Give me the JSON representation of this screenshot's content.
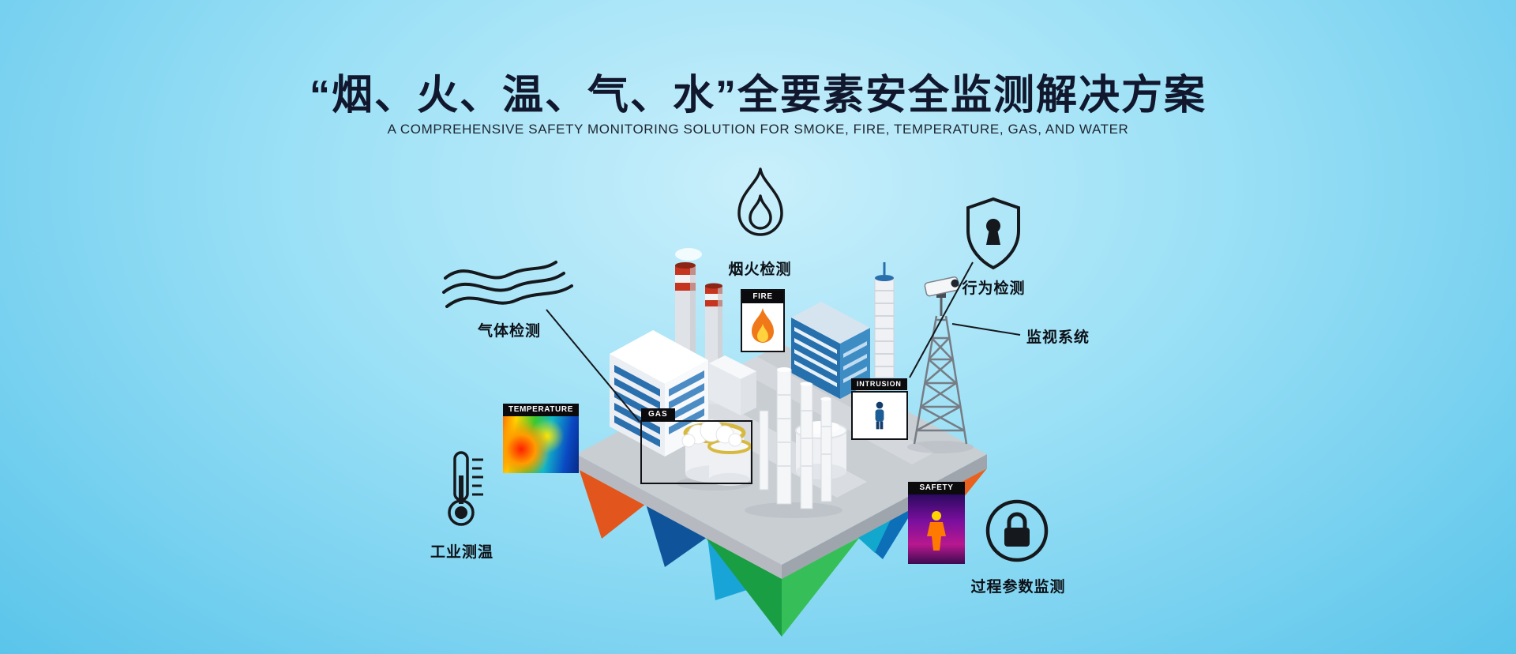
{
  "banner": {
    "title_zh": "“烟、火、温、气、水”全要素安全监测解决方案",
    "title_en": "A COMPREHENSIVE SAFETY MONITORING SOLUTION FOR SMOKE, FIRE, TEMPERATURE, GAS, AND WATER"
  },
  "callouts": {
    "gas_detection": {
      "label": "气体检测",
      "icon": "gas-waves-icon"
    },
    "smoke_fire_detection": {
      "label": "烟火检测",
      "icon": "flame-outline-icon"
    },
    "behavior_detection": {
      "label": "行为检测",
      "icon": "shield-keyhole-icon"
    },
    "surveillance_system": {
      "label": "监视系统",
      "icon": "cctv-camera"
    },
    "industrial_thermometry": {
      "label": "工业测温",
      "icon": "thermometer-icon"
    },
    "process_parameter_monitoring": {
      "label": "过程参数监测",
      "icon": "padlock-circle-icon"
    }
  },
  "scene_tags": {
    "temperature": "TEMPERATURE",
    "fire": "FIRE",
    "gas": "GAS",
    "intrusion": "INTRUSION",
    "safety": "SAFETY"
  },
  "colors": {
    "background_sky": "#55c2e9",
    "title_text": "#11182e",
    "island_orange": "#e2561d",
    "island_blue": "#0f549b",
    "island_teal": "#18a4d6",
    "island_green": "#36bf58",
    "platform_gray": "#c9ced3",
    "tag_black": "#0b0b0e"
  }
}
